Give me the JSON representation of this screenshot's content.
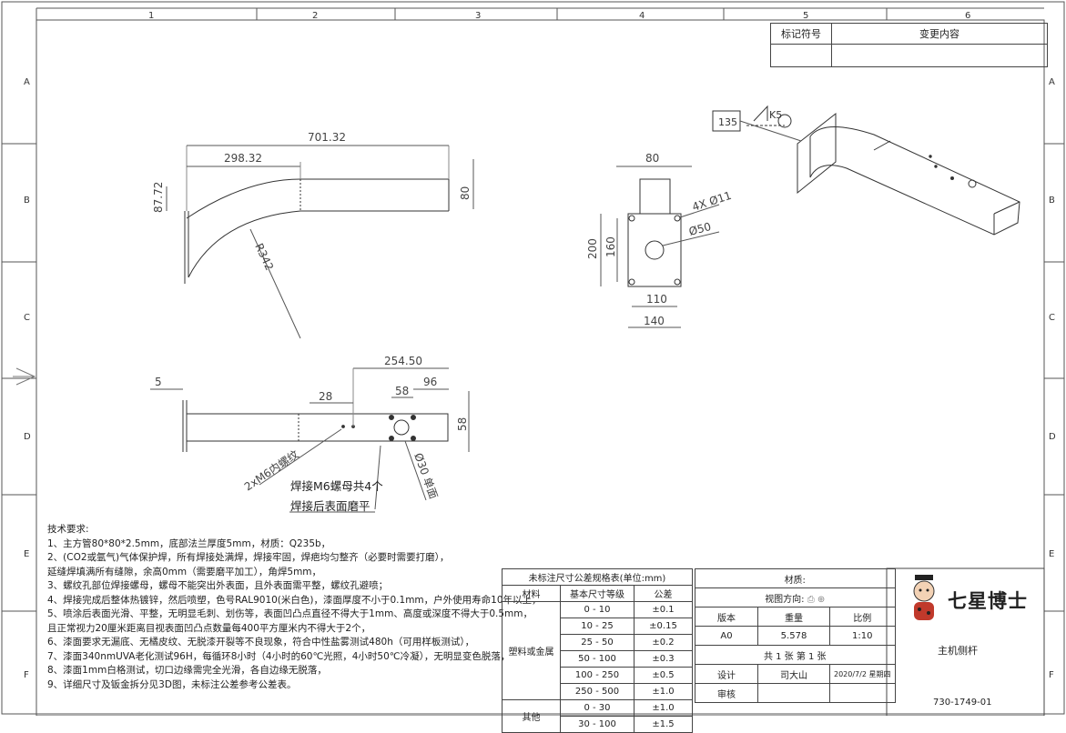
{
  "frame": {
    "columns": [
      "1",
      "2",
      "3",
      "4",
      "5",
      "6"
    ],
    "rows": [
      "A",
      "B",
      "C",
      "D",
      "E",
      "F"
    ]
  },
  "revision_table": {
    "col1": "标记符号",
    "col2": "变更内容"
  },
  "dimensions": {
    "top_view": {
      "overall_length": "701.32",
      "curve_length": "298.32",
      "flange_height": "87.72",
      "tube_height": "80",
      "radius": "R342"
    },
    "flange_view": {
      "top_width": "80",
      "plate_height": "200",
      "hole_spacing_v": "160",
      "hole_spacing_h": "110",
      "plate_width": "140",
      "holes": "4X Ø11",
      "center_hole": "Ø50"
    },
    "bottom_view": {
      "flange": "5",
      "hole_offset": "28",
      "hole_pitch": "58",
      "hole_end": "96",
      "hole_span": "254.50",
      "tube_width": "58",
      "threads": "2xM6内螺纹",
      "big_hole": "Ø30 单面"
    },
    "weld_note_1": "焊接M6螺母共4个",
    "weld_note_2": "焊接后表面磨平",
    "weld_symbol": {
      "length": "135",
      "type": "K5"
    }
  },
  "notes": {
    "title": "技术要求:",
    "items": [
      "1、主方管80*80*2.5mm，底部法兰厚度5mm，材质：Q235b，",
      "2、(CO2或氩气)气体保护焊，所有焊接处满焊，焊接牢固，焊疤均匀整齐（必要时需要打磨），",
      "    延缝焊填满所有缝隙，余高0mm（需要磨平加工），角焊5mm，",
      "3、螺纹孔部位焊接螺母，螺母不能突出外表面，且外表面需平整，螺纹孔避喷；",
      "4、焊接完成后整体热镀锌，然后喷塑，色号RAL9010(米白色)，漆面厚度不小于0.1mm，户外使用寿命10年以上，",
      "5、喷涂后表面光滑、平整，无明显毛刺、划伤等，表面凹凸点直径不得大于1mm、高度或深度不得大于0.5mm，",
      "    且正常视力20厘米距离目视表面凹凸点数量每400平方厘米内不得大于2个，",
      "6、漆面要求无漏底、无橘皮纹、无脱漆开裂等不良现象，符合中性盐雾测试480h（可用样板测试），",
      "7、漆面340nmUVA老化测试96H，每循环8小时（4小时的60℃光照，4小时50℃冷凝），无明显变色脱落，",
      "8、漆面1mm白格测试，切口边缘需完全光滑，各自边缘无脱落，",
      "9、详细尺寸及钣金拆分见3D图，未标注公差参考公差表。"
    ]
  },
  "tolerance_table": {
    "title": "未标注尺寸公差规格表(单位:mm)",
    "headers": [
      "材料",
      "基本尺寸等级",
      "公差"
    ],
    "group1": "塑料或金属",
    "group2": "其他",
    "rows": [
      [
        "0 - 10",
        "±0.1"
      ],
      [
        "10 - 25",
        "±0.15"
      ],
      [
        "25 - 50",
        "±0.2"
      ],
      [
        "50 - 100",
        "±0.3"
      ],
      [
        "100 - 250",
        "±0.5"
      ],
      [
        "250 - 500",
        "±1.0"
      ],
      [
        "0 - 30",
        "±1.0"
      ],
      [
        "30 - 100",
        "±1.5"
      ]
    ]
  },
  "title_block": {
    "material_label": "材质:",
    "view_label": "视图方向:",
    "version_label": "版本",
    "weight_label": "重量",
    "scale_label": "比例",
    "version": "A0",
    "weight": "5.578",
    "scale": "1:10",
    "sheets": "共 1 张 第 1 张",
    "designer_label": "设计",
    "designer": "司大山",
    "date": "2020/7/2 星期四",
    "review_label": "审核",
    "part_name": "主机侧杆",
    "drawing_no": "730-1749-01",
    "brand": "七星博士"
  }
}
